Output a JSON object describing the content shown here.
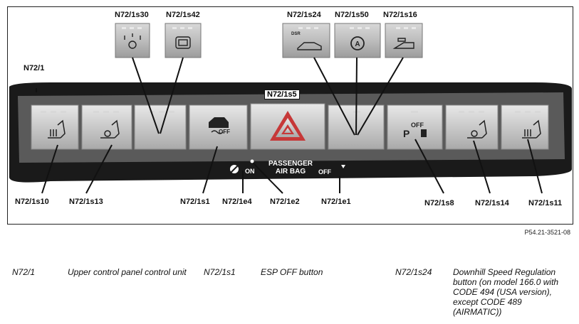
{
  "labels": {
    "unit": "N72/1",
    "s30": "N72/1s30",
    "s42": "N72/1s42",
    "s24": "N72/1s24",
    "s50": "N72/1s50",
    "s16": "N72/1s16",
    "s5": "N72/1s5",
    "s10": "N72/1s10",
    "s13": "N72/1s13",
    "s1": "N72/1s1",
    "e4": "N72/1e4",
    "e2": "N72/1e2",
    "e1": "N72/1e1",
    "s8": "N72/1s8",
    "s14": "N72/1s14",
    "s11": "N72/1s11"
  },
  "panel_text": {
    "passenger": "PASSENGER",
    "airbag": "AIR BAG",
    "on": "ON",
    "off": "OFF",
    "esp_off": "OFF",
    "park_off": "OFF",
    "dsr": "DSR"
  },
  "figure_ref": "P54.21-3521-08",
  "legend": [
    {
      "code": "N72/1",
      "desc": "Upper control panel control unit"
    },
    {
      "code": "N72/1s1",
      "desc": "ESP OFF button"
    },
    {
      "code": "N72/1s24",
      "desc": "Downhill Speed Regulation button (on model 166.0 with CODE 494 (USA version), except CODE 489 (AIRMATIC))"
    }
  ]
}
